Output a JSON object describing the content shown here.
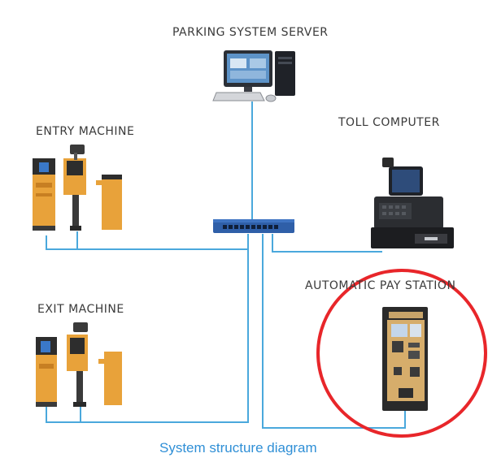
{
  "labels": {
    "server": "PARKING SYSTEM SERVER",
    "entry": "ENTRY MACHINE",
    "toll": "TOLL COMPUTER",
    "pay_station": "AUTOMATIC PAY STATION",
    "exit": "EXIT MACHINE"
  },
  "caption": "System structure diagram",
  "colors": {
    "line": "#4aa8dc",
    "highlight": "#e8262a",
    "machine": "#e8a23a",
    "switch": "#2f5fa8",
    "caption": "#2f8fd6"
  }
}
